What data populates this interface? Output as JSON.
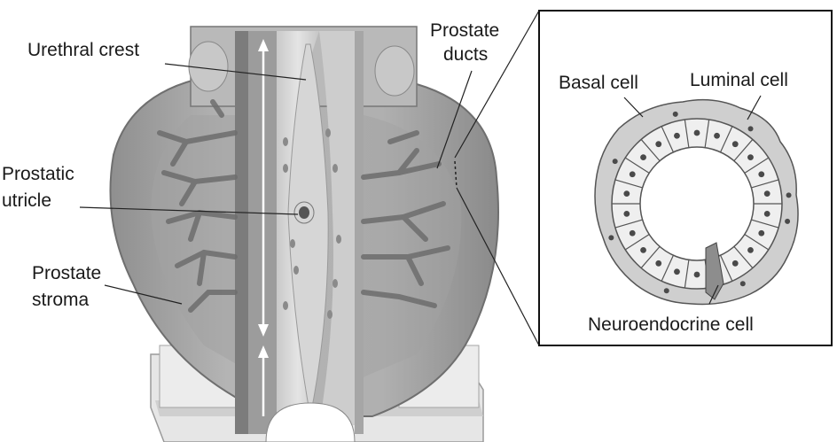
{
  "labels": {
    "urethral_crest": "Urethral crest",
    "prostate_ducts_line1": "Prostate",
    "prostate_ducts_line2": "ducts",
    "prostatic_utricle_line1": "Prostatic",
    "prostatic_utricle_line2": "utricle",
    "prostate_stroma_line1": "Prostate",
    "prostate_stroma_line2": "stroma",
    "basal_cell": "Basal cell",
    "luminal_cell": "Luminal cell",
    "neuroendocrine_cell": "Neuroendocrine cell"
  }
}
